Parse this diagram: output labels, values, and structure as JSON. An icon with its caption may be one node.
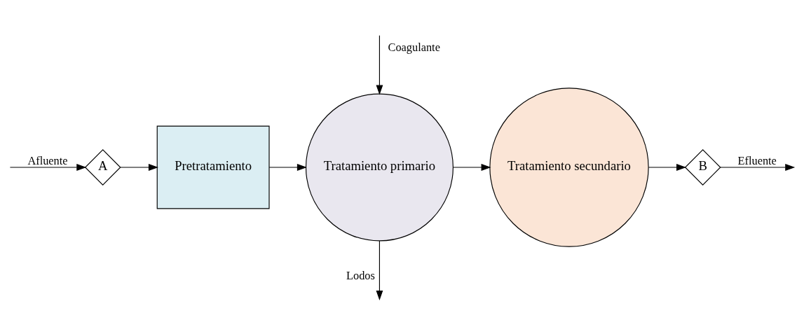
{
  "diagram": {
    "nodes": [
      {
        "text": [
          "A"
        ]
      },
      {
        "text": [
          "Pretratamiento"
        ]
      },
      {
        "text": [
          "Tratamiento primario"
        ]
      },
      {
        "text": [
          "Tratamiento secundario"
        ]
      },
      {
        "text": [
          "B"
        ]
      }
    ],
    "edges": [
      {
        "from": null,
        "to": 0,
        "arrow": "to",
        "label": "Afluente"
      },
      {
        "from": 0,
        "to": 1,
        "arrow": "to"
      },
      {
        "from": 1,
        "to": 2,
        "arrow": "to"
      },
      {
        "from": null,
        "to": 2,
        "arrow": "to",
        "label": "Coagulante"
      },
      {
        "from": 2,
        "to": null,
        "arrow": "to",
        "label": "Lodos"
      },
      {
        "from": 2,
        "to": 3,
        "arrow": "to"
      },
      {
        "from": 3,
        "to": 4,
        "arrow": "to"
      },
      {
        "from": 4,
        "to": null,
        "arrow": "to",
        "label": "Efluente"
      }
    ]
  }
}
